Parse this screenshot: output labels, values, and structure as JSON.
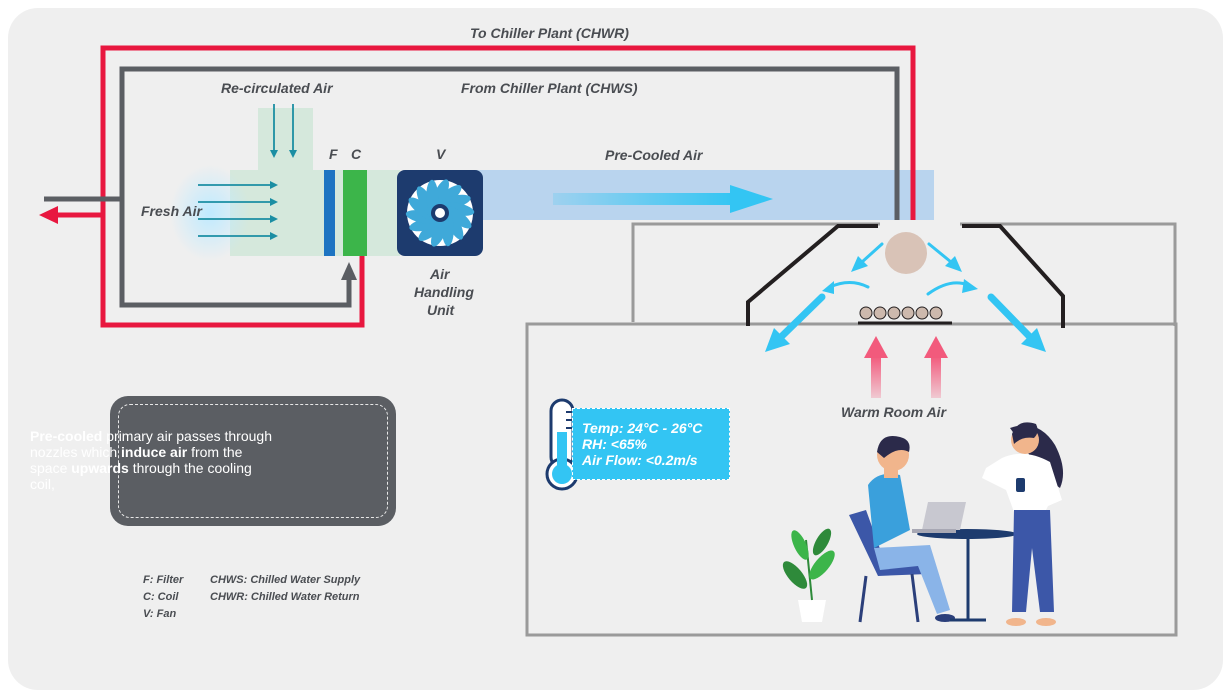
{
  "labels": {
    "to_chiller": "To Chiller Plant (CHWR)",
    "from_chiller": "From Chiller Plant (CHWS)",
    "recirculated": "Re-circulated Air",
    "fresh_air": "Fresh Air",
    "pre_cooled": "Pre-Cooled Air",
    "filter_letter": "F",
    "coil_letter": "C",
    "fan_letter": "V",
    "ahu_line1": "Air",
    "ahu_line2": "Handling",
    "ahu_line3": "Unit",
    "warm_room_air": "Warm Room Air"
  },
  "callout": {
    "seg1_bold": "Pre-cooled",
    "seg2": " primary air passes through nozzles which ",
    "seg3_bold": "induce air",
    "seg4": " from the space ",
    "seg5_bold": "upwards",
    "seg6": " through the cooling coil,"
  },
  "readout": {
    "temp": "Temp: 24°C - 26°C",
    "rh": "RH: <65%",
    "airflow": "Air Flow: <0.2m/s"
  },
  "legend": {
    "filter": "F: Filter",
    "coil": "C: Coil",
    "fan": "V: Fan",
    "chws": "CHWS: Chilled Water Supply",
    "chwr": "CHWR: Chilled Water Return"
  },
  "colors": {
    "return_pipe": "#e8173f",
    "supply_pipe": "#5b5e63",
    "duct": "#b9d4ee",
    "filter": "#1d74c2",
    "coil": "#3cb54a",
    "fan_box": "#1d3b6e",
    "arrow_cool": "#33c5f3",
    "arrow_warm": "#f25a7c",
    "room_wall": "#9a9a9a",
    "background": "#efefef"
  }
}
